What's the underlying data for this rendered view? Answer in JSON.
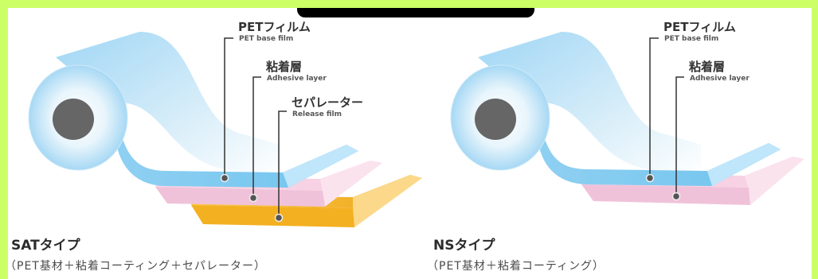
{
  "colors": {
    "frame": "#ccff66",
    "pet": "#8fd0f2",
    "adhesive": "#f3c9de",
    "release": "#f5b52e",
    "core": "#666666"
  },
  "sat": {
    "title": "SATタイプ",
    "subtitle": "（PET基材＋粘着コーティング＋セパレーター）",
    "labels": [
      {
        "jp": "PETフィルム",
        "en": "PET base film"
      },
      {
        "jp": "粘着層",
        "en": "Adhesive layer"
      },
      {
        "jp": "セパレーター",
        "en": "Release film"
      }
    ]
  },
  "ns": {
    "title": "NSタイプ",
    "subtitle": "（PET基材＋粘着コーティング）",
    "labels": [
      {
        "jp": "PETフィルム",
        "en": "PET base film"
      },
      {
        "jp": "粘着層",
        "en": "Adhesive layer"
      }
    ]
  }
}
